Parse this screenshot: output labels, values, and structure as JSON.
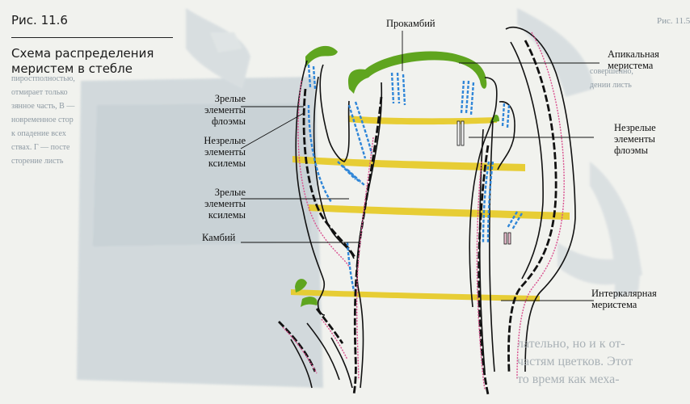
{
  "figure": {
    "number": "Рис. 11.6",
    "caption": "Схема распределения меристем в стебле"
  },
  "labels": {
    "procambium": "Прокамбий",
    "apical": [
      "Апикальная",
      "меристема"
    ],
    "mature_phloem": [
      "Зрелые",
      "элементы",
      "флоэмы"
    ],
    "immature_xylem": [
      "Незрелые",
      "элементы",
      "ксилемы"
    ],
    "mature_xylem": [
      "Зрелые",
      "элементы",
      "ксилемы"
    ],
    "cambium": "Камбий",
    "immature_phloem": [
      "Незрелые",
      "элементы",
      "флоэмы"
    ],
    "intercalary": [
      "Интеркалярная",
      "меристема"
    ]
  },
  "background_text": {
    "left_column": [
      "пиростполностью,",
      "отмирает только",
      "зянное часть, В —",
      "новременное стор",
      "к опадение всех",
      "ствах. Г — посте",
      "сторение листь"
    ],
    "right_column": [
      "совершенно,",
      "дении листь"
    ],
    "bottom_lines": [
      "лательно, но и к от-",
      "частям цветков. Этот",
      "то время как меха-"
    ],
    "corner": "Рис. 11.5"
  },
  "colors": {
    "background": "#f1f2ee",
    "meristem_green": "#5fa51f",
    "intercalary_yellow": "#e7cc2c",
    "xylem_blue": "#2f86d8",
    "phloem_pink": "#d94f8e",
    "outline": "#111111"
  }
}
